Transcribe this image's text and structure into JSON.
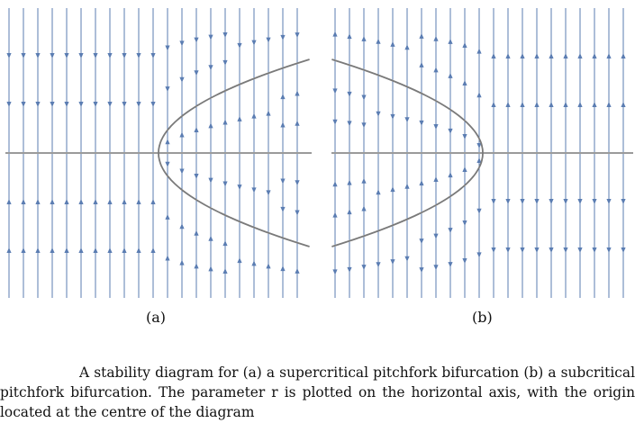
{
  "panels": [
    {
      "id": "a",
      "label": "(a)",
      "type": "supercritical"
    },
    {
      "id": "b",
      "label": "(b)",
      "type": "subcritical"
    }
  ],
  "caption": "A stability diagram for (a) a supercritical pitchfork bifurcation (b) a subcritical pitchfork bifurcation. The parameter r is plotted on the horizontal axis, with the origin located at the centre of the diagram",
  "colors": {
    "arrow": "#5b7db2",
    "curve": "#7a7a7a",
    "axis": "#7a7a7a",
    "background": "#ffffff"
  }
}
